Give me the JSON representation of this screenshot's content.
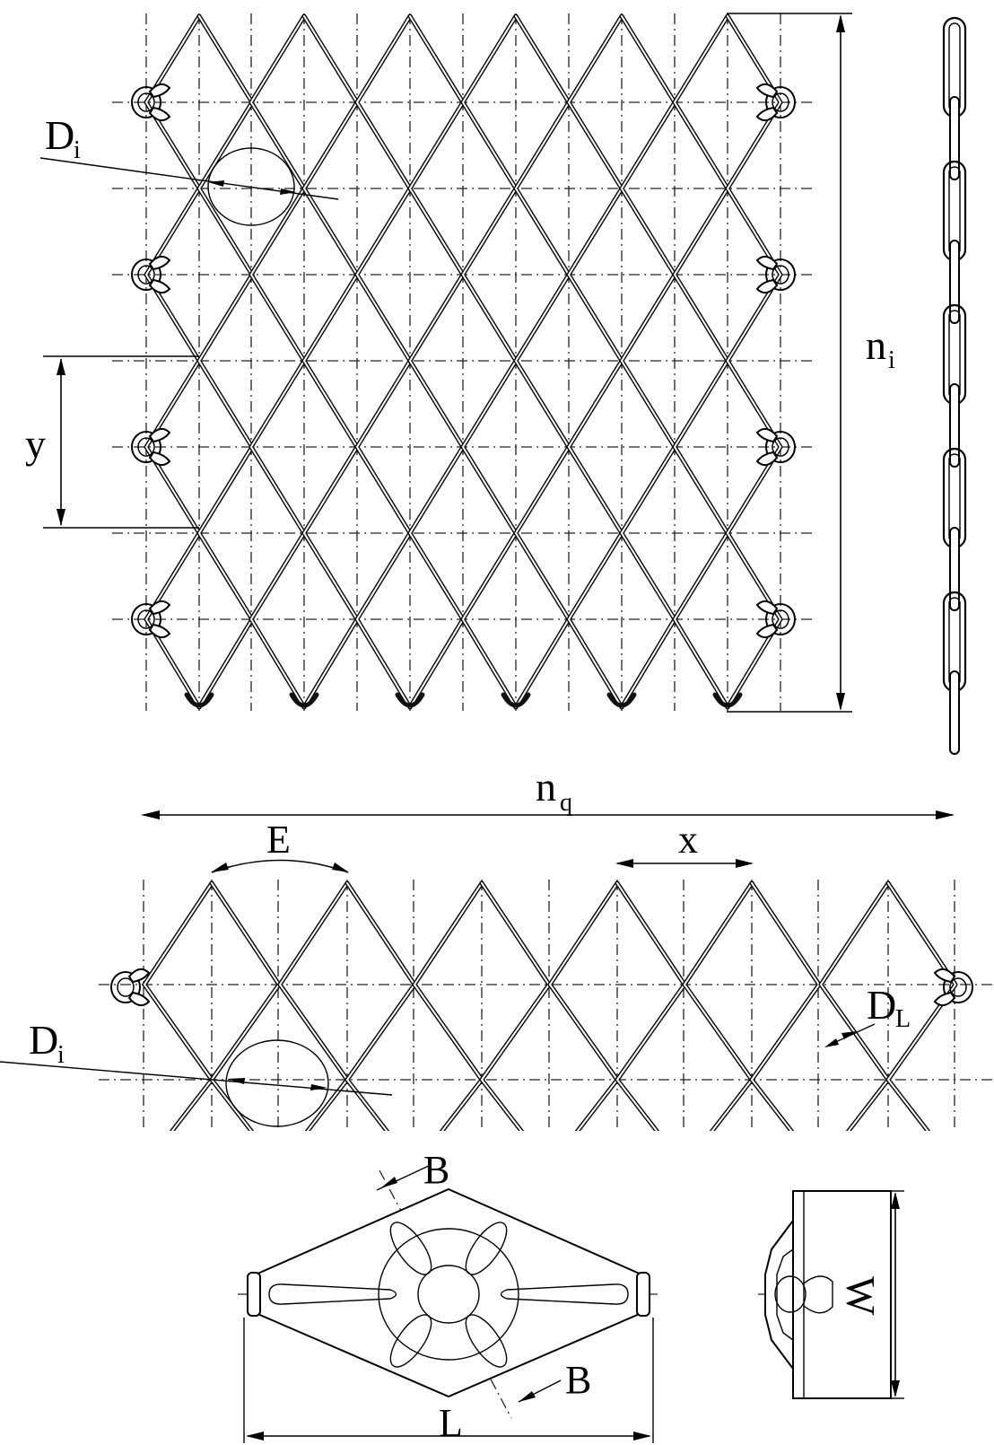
{
  "labels": {
    "mesh_diameter_top": "D",
    "mesh_diameter_top_sub": "i",
    "vertical_pitch": "y",
    "height_count": "n",
    "height_count_sub": "i",
    "width_count": "n",
    "width_count_sub": "q",
    "angle": "E",
    "horizontal_pitch": "x",
    "mesh_diameter_bottom": "D",
    "mesh_diameter_bottom_sub": "i",
    "wire_diameter": "D",
    "wire_diameter_sub": "L",
    "clamp_thickness_top": "B",
    "clamp_thickness_bottom": "B",
    "clamp_length": "L",
    "clamp_width": "W"
  }
}
